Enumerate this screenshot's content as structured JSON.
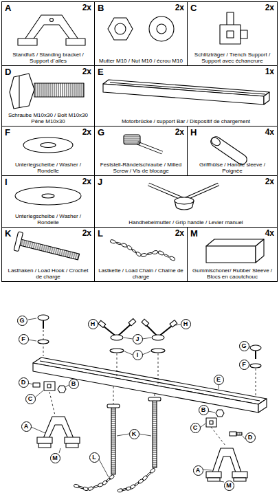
{
  "diagram": {
    "nodes": [
      {
        "text": [
          "A",
          "2x",
          "Standfuß / Standing bracket / Support d´ailes"
        ]
      },
      {
        "text": [
          "B",
          "2x",
          "Mutter M10 / Nut M10 / écrou M10"
        ]
      },
      {
        "text": [
          "C",
          "2x",
          "Schlitzträger / Trench Support / Support avec échancrure"
        ]
      },
      {
        "text": [
          "D",
          "2x",
          "Schraube M10x30 / Bolt M10x30 Pêne M10x30"
        ]
      },
      {
        "text": [
          "E",
          "1x",
          "Motorbrücke / support Bar / Dispositif de chargement"
        ]
      },
      {
        "text": [
          "F",
          "2x",
          "Unterlegscheibe / Washer / Rondelle"
        ]
      },
      {
        "text": [
          "G",
          "2x",
          "Feststell-Rändelschraube / Milled Screw / Vis de blocage"
        ]
      },
      {
        "text": [
          "H",
          "4x",
          "Griffhülse / Handle sleeve / Poignée"
        ]
      },
      {
        "text": [
          "I",
          "2x",
          "Unterlegscheibe / Washer / Rondelle"
        ]
      },
      {
        "text": [
          "J",
          "2x",
          "Handhebelmutter / Grip handle / Levier manuel"
        ]
      },
      {
        "text": [
          "K",
          "2x",
          "Lasthaken / Load Hook / Crochet de charge"
        ]
      },
      {
        "text": [
          "L",
          "2x",
          "Lastkette / Load Chain / Chaîne de charge"
        ]
      },
      {
        "text": [
          "M",
          "4x",
          "Gummischoner/ Rubber Sleeve / Blocs en caoutchouc"
        ]
      }
    ],
    "labels": [
      "G",
      "H",
      "H",
      "F",
      "J",
      "G",
      "I",
      "F",
      "E",
      "D",
      "B",
      "C",
      "A",
      "K",
      "B",
      "L",
      "C",
      "M",
      "D",
      "A",
      "M"
    ]
  }
}
